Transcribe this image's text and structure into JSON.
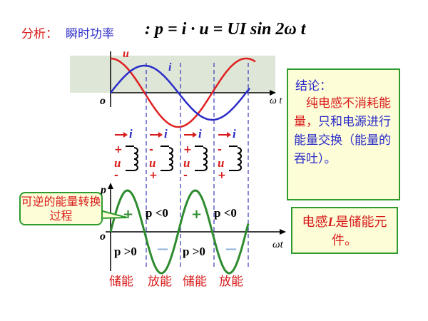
{
  "title": {
    "prefix": "分析：",
    "name": "瞬时功率",
    "formula": ": p = i · u = UI  sin 2ω t"
  },
  "waveform": {
    "u_label": "u",
    "i_label": "i",
    "origin": "o",
    "axis_label": "ω t"
  },
  "coil_labels": {
    "i": "i",
    "u": "u",
    "plus": "+",
    "minus": "-"
  },
  "power_plot": {
    "axis_label": "p",
    "x_axis_label": "ωt",
    "origin": "o",
    "plus_sign": "+",
    "minus_sign": "—",
    "p_neg": "p <0",
    "p_pos": "p >0",
    "phase_labels": [
      "储能",
      "放能",
      "储能",
      "放能"
    ]
  },
  "conclusion": {
    "heading": "结论：",
    "line1": "纯电感不消耗能量，",
    "line2": "只和电源进行能量交换（能量的吞吐）。"
  },
  "storage_box": {
    "part1": "电感",
    "symbol": "L",
    "part2": "是储能元件。"
  },
  "reversible_box": "可逆的能量转换过程",
  "colors": {
    "red": "#d81b1b",
    "blue": "#2b2bc8",
    "green": "#2e8b2e",
    "panel": "#dde6d7",
    "dashed": "#3a3ab8"
  }
}
